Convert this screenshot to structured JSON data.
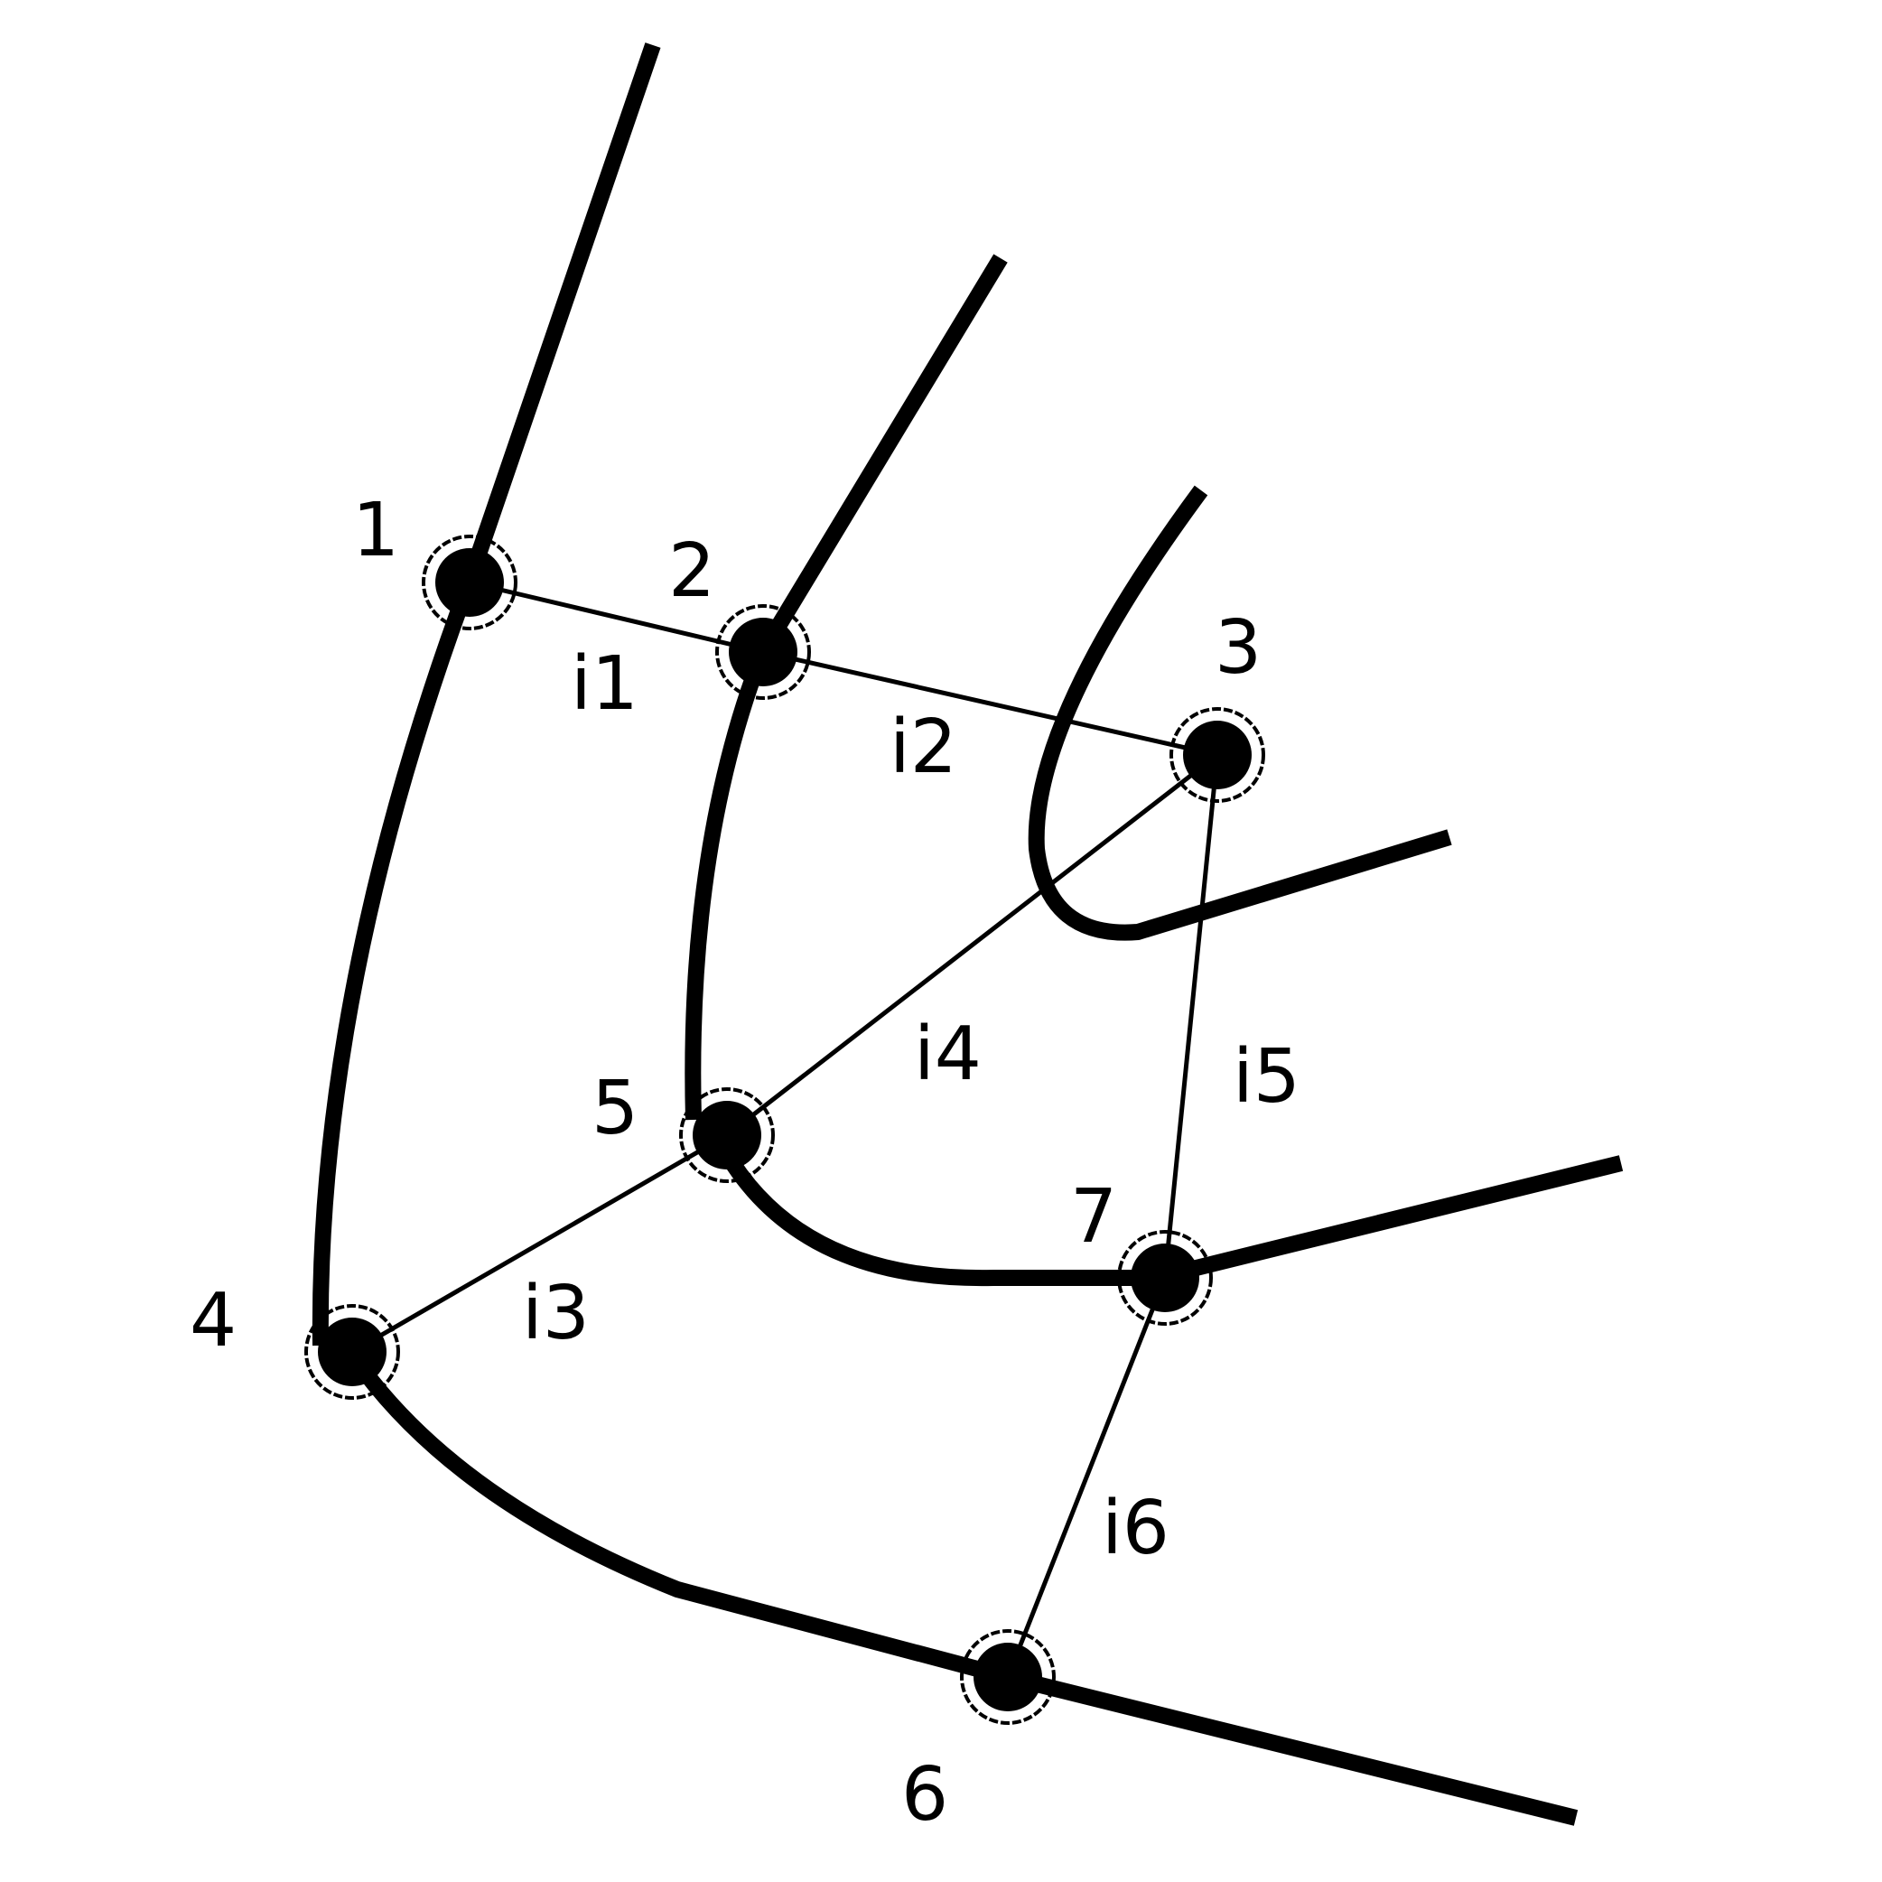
{
  "nodes": [
    {
      "id": "n1",
      "label": "1"
    },
    {
      "id": "n2",
      "label": "2"
    },
    {
      "id": "n3",
      "label": "3"
    },
    {
      "id": "n4",
      "label": "4"
    },
    {
      "id": "n5",
      "label": "5"
    },
    {
      "id": "n6",
      "label": "6"
    },
    {
      "id": "n7",
      "label": "7"
    }
  ],
  "connectors": [
    {
      "id": "i1",
      "label": "i1",
      "from": "1",
      "to": "2"
    },
    {
      "id": "i2",
      "label": "i2",
      "from": "2",
      "to": "3"
    },
    {
      "id": "i3",
      "label": "i3",
      "from": "4",
      "to": "5"
    },
    {
      "id": "i4",
      "label": "i4",
      "from": "5",
      "to": "3"
    },
    {
      "id": "i5",
      "label": "i5",
      "from": "3",
      "to": "7"
    },
    {
      "id": "i6",
      "label": "i6",
      "from": "7",
      "to": "6"
    }
  ]
}
